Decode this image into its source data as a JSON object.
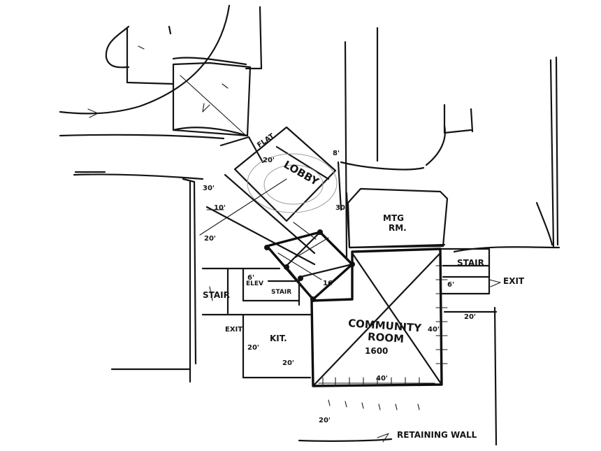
{
  "rooms": {
    "lobby": "LOBBY",
    "mtg_line1": "MTG",
    "mtg_line2": "RM.",
    "community_line1": "COMMUNITY",
    "community_line2": "ROOM",
    "community_area": "1600",
    "kitchen": "KIT.",
    "elev": "ELEV",
    "stair_small": "STAIR",
    "stair_left": "STAIR",
    "stair_right": "STAIR",
    "flat": "FLAT"
  },
  "annotations": {
    "exit_right": "EXIT",
    "exit_left": "EXIT",
    "retaining_wall": "RETAINING WALL"
  },
  "dimensions": {
    "lobby_20": "20'",
    "lobby_8": "8'",
    "mtg_30": "30'",
    "d16": "16'",
    "d6": "6'",
    "d10": "10'",
    "d20_left": "20'",
    "d20_right": "20'",
    "d30": "30'",
    "d40_right": "40'",
    "d40_bottom": "40'",
    "d20_kit_vert": "20'",
    "d20_kit_horiz": "20'",
    "d6_right": "6'",
    "d20_lower": "20'"
  }
}
